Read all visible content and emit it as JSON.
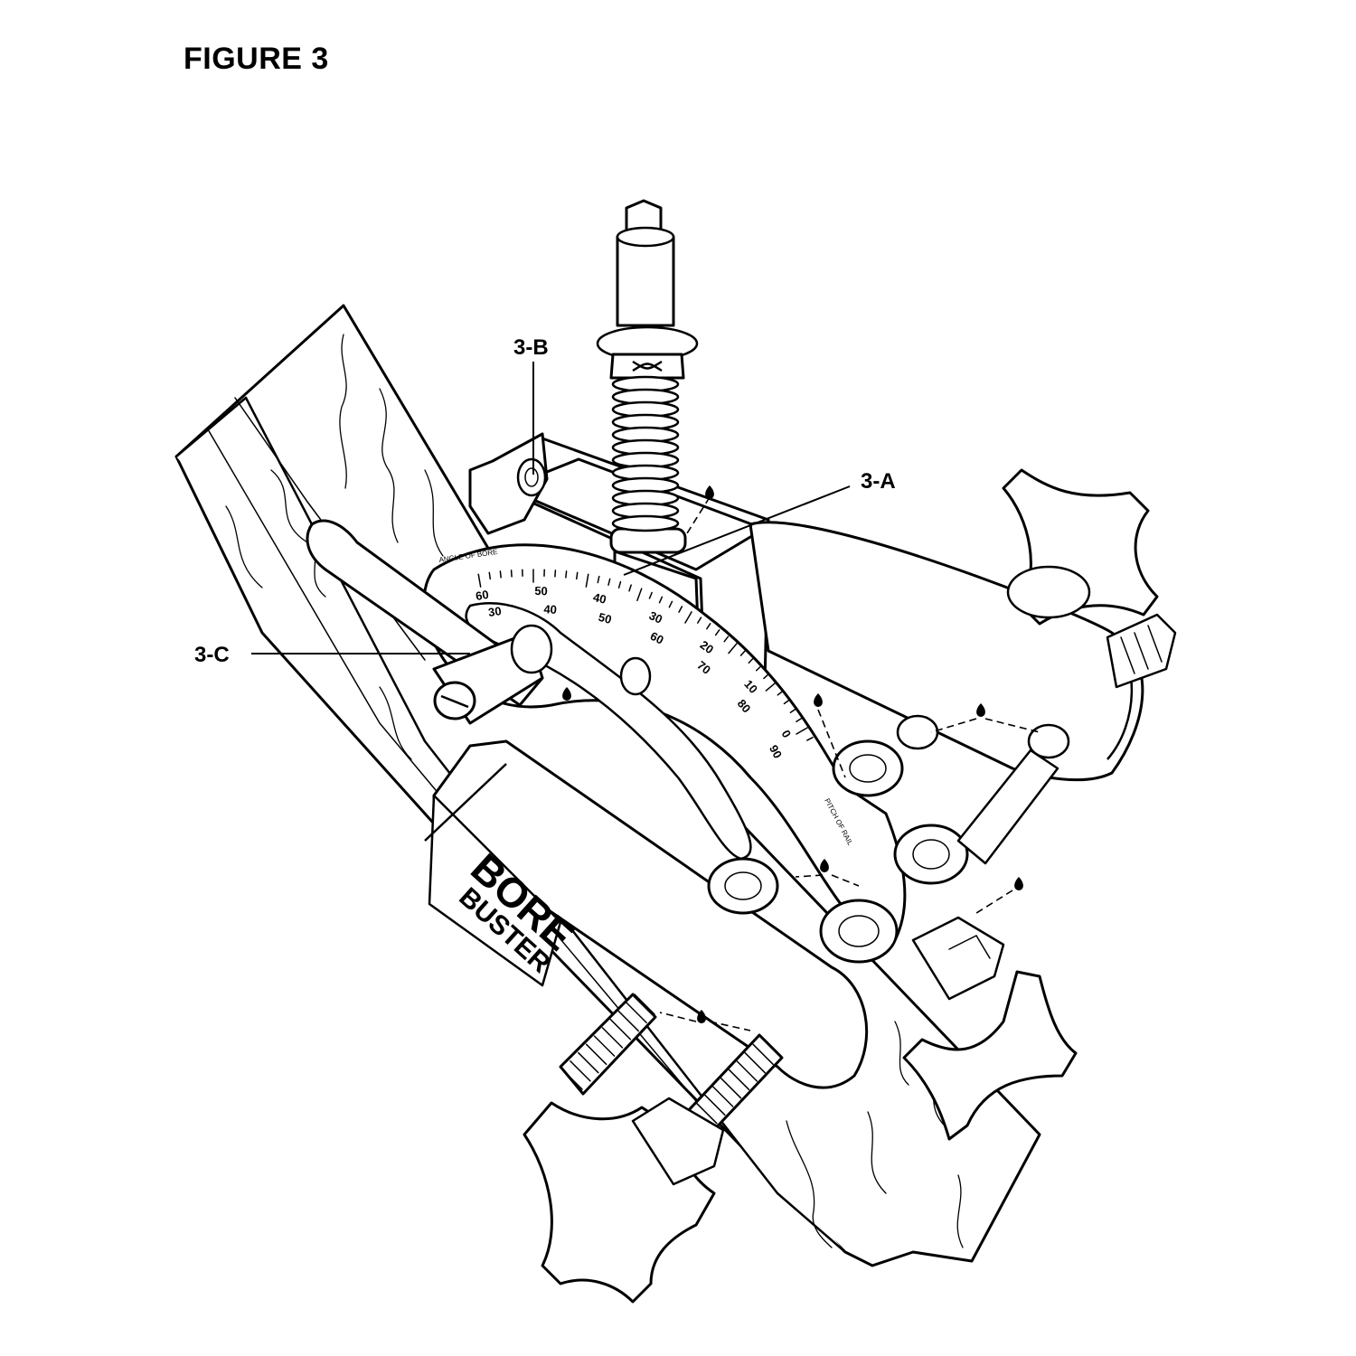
{
  "figure": {
    "title": "FIGURE 3"
  },
  "callouts": {
    "a": "3-A",
    "b": "3-B",
    "c": "3-C"
  },
  "scale": {
    "angle_label": "ANGLE OF BORE",
    "pitch_label": "PITCH OF RAIL",
    "outer_ticks": [
      "60",
      "50",
      "40",
      "30",
      "20",
      "10",
      "0"
    ],
    "inner_ticks": [
      "30",
      "40",
      "50",
      "60",
      "70",
      "80",
      "90"
    ]
  },
  "brand": {
    "line1": "BORE",
    "line2": "BUSTER"
  },
  "icons": [
    "oil-drop-icon"
  ]
}
